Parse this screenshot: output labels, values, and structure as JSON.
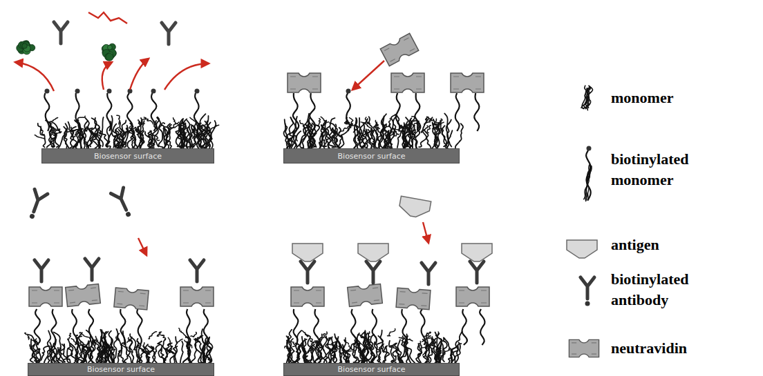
{
  "diagram": {
    "nodes": [
      {
        "text": [
          "Biosensor surface"
        ]
      },
      {
        "text": [
          "Biosensor surface"
        ]
      },
      {
        "text": [
          "Biosensor surface"
        ]
      },
      {
        "text": [
          "Biosensor surface"
        ]
      }
    ],
    "legend": [
      {
        "text": "monomer"
      },
      {
        "text": "biotinylated monomer"
      },
      {
        "text": "antigen"
      },
      {
        "text": "biotinylated antibody"
      },
      {
        "text": "neutravidin"
      }
    ]
  }
}
